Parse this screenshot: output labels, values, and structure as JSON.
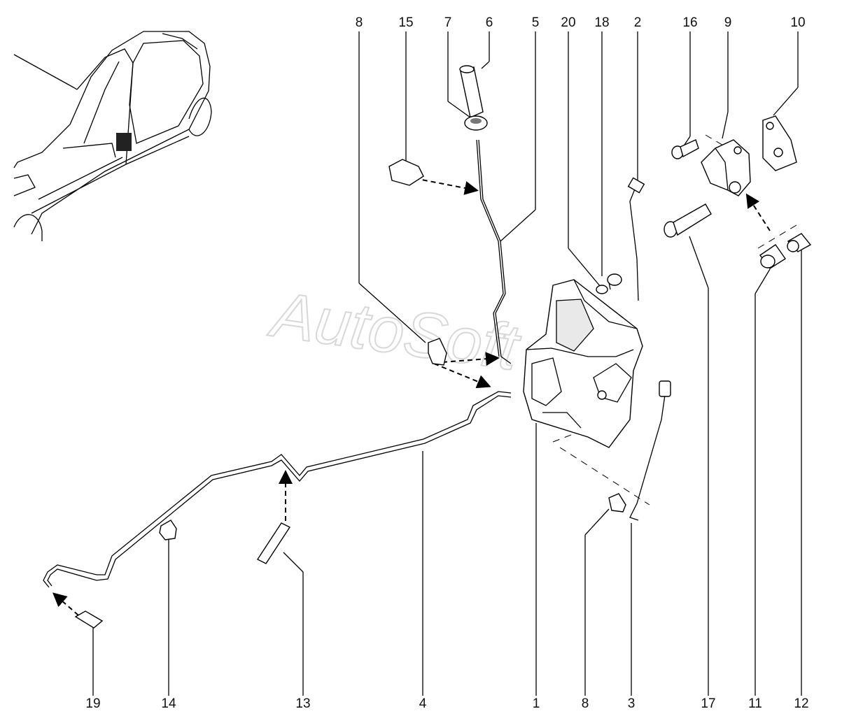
{
  "watermark": "AutoSoft",
  "callouts_top": [
    "8",
    "15",
    "7",
    "6",
    "5",
    "20",
    "18",
    "2",
    "16",
    "9",
    "10"
  ],
  "callouts_bottom": [
    "19",
    "14",
    "13",
    "4",
    "1",
    "8",
    "3",
    "17",
    "11",
    "12"
  ]
}
